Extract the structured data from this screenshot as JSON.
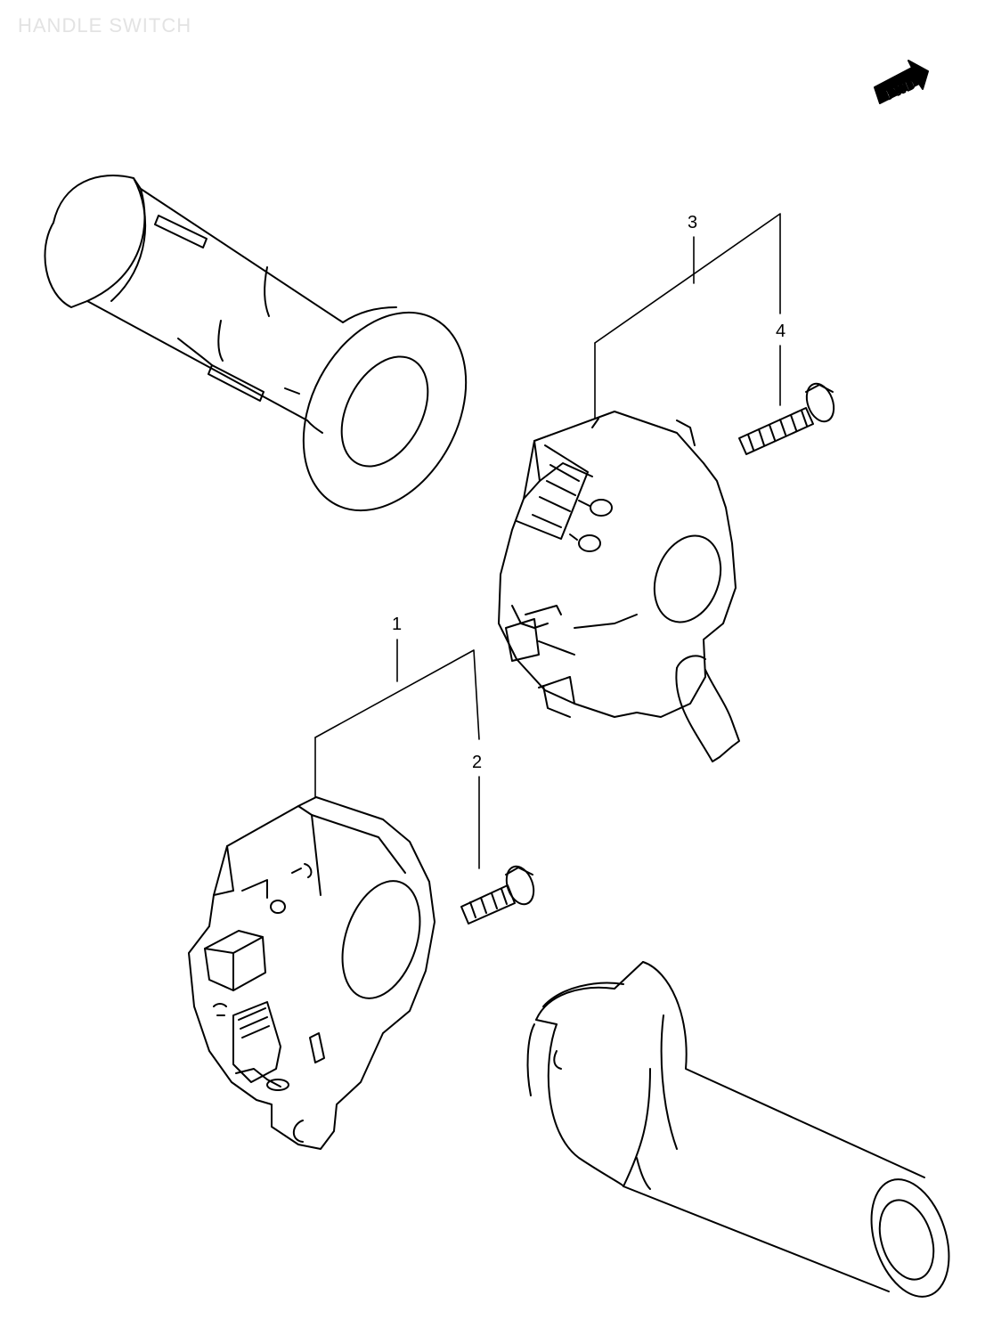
{
  "title": "HANDLE SWITCH",
  "direction_badge": {
    "text": "FWD"
  },
  "callouts": [
    {
      "number": "1",
      "part": "left-handle-switch"
    },
    {
      "number": "2",
      "part": "screw-left"
    },
    {
      "number": "3",
      "part": "right-handle-switch"
    },
    {
      "number": "4",
      "part": "screw-right"
    }
  ],
  "colors": {
    "line": "#000000",
    "background": "#ffffff",
    "title": "#e3e3e3"
  }
}
